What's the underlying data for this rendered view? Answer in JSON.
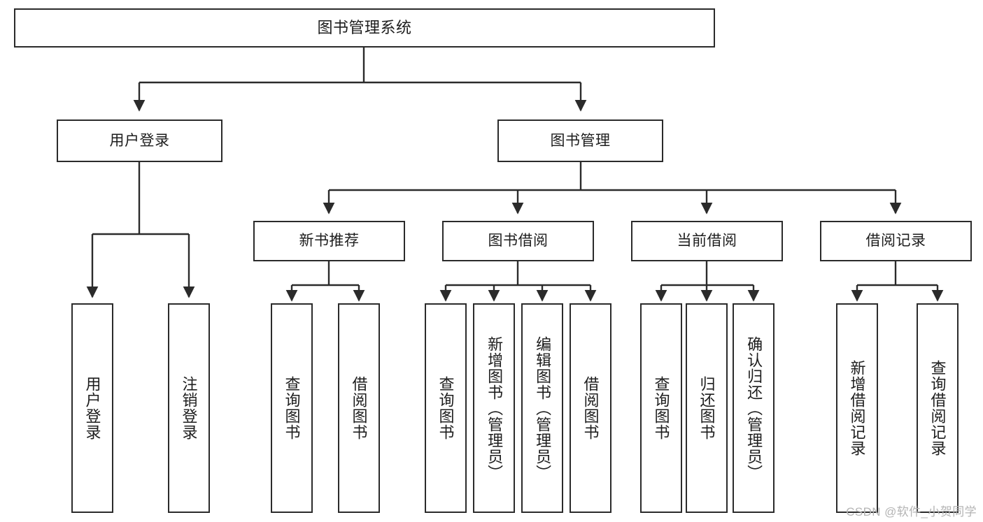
{
  "diagram": {
    "title": "图书管理系统",
    "type": "tree-hierarchy-chart",
    "orientation": "top-down",
    "style": {
      "box_border_color": "#2b2b2b",
      "box_fill": "#ffffff",
      "connector_color": "#2b2b2b",
      "text_color": "#1d1d1d",
      "background": "#ffffff"
    },
    "root": {
      "label": "图书管理系统"
    },
    "level2": [
      {
        "label": "用户登录"
      },
      {
        "label": "图书管理"
      }
    ],
    "level3": [
      {
        "label": "新书推荐"
      },
      {
        "label": "图书借阅"
      },
      {
        "label": "当前借阅"
      },
      {
        "label": "借阅记录"
      }
    ],
    "leaves": {
      "user_login": [
        {
          "label": "用户登录"
        },
        {
          "label": "注销登录"
        }
      ],
      "new_book": [
        {
          "label": "查询图书"
        },
        {
          "label": "借阅图书"
        }
      ],
      "book_borrow": [
        {
          "label": "查询图书"
        },
        {
          "label": "新增图书（管理员）"
        },
        {
          "label": "编辑图书（管理员）"
        },
        {
          "label": "借阅图书"
        }
      ],
      "current_borrow": [
        {
          "label": "查询图书"
        },
        {
          "label": "归还图书"
        },
        {
          "label": "确认归还（管理员）"
        }
      ],
      "borrow_record": [
        {
          "label": "新增借阅记录"
        },
        {
          "label": "查询借阅记录"
        }
      ]
    }
  },
  "watermark": {
    "text": "CSDN @软件_小贺同学"
  }
}
